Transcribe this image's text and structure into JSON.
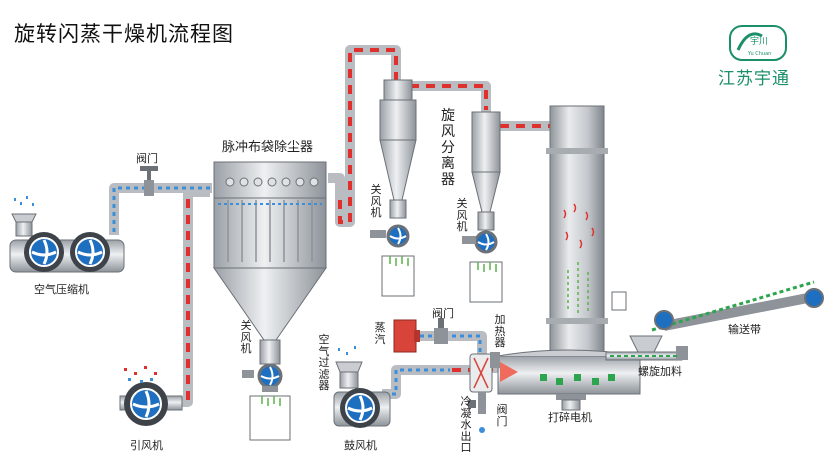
{
  "title": "旋转闪蒸干燥机流程图",
  "brand": {
    "name": "江苏宇通",
    "logo_text": "宇川",
    "logo_sub": "Yu Chuan"
  },
  "labels": {
    "air_compressor": "空气压缩机",
    "valve_1": "阀门",
    "pulse_bag_filter": "脉冲布袋除尘器",
    "airlock_1": "关风机",
    "airlock_2": "关风机",
    "airlock_3": "关风机",
    "cyclone": "旋风分离器",
    "induced_fan": "引风机",
    "air_filter": "空气过滤器",
    "blower": "鼓风机",
    "steam": "蒸汽",
    "valve_2": "阀门",
    "heater": "加热器",
    "condensate_outlet": "冷凝水出口",
    "valve_3": "阀门",
    "crusher_motor": "打碎电机",
    "screw_feeder": "螺旋加料",
    "conveyor": "输送带"
  },
  "colors": {
    "duct": "#c9ccd0",
    "hot_dash": "#e0302e",
    "cold_dash": "#3a8fd8",
    "fan_blue": "#1e6fc0",
    "green": "#1b8f6a",
    "steam_red": "#d9443a"
  }
}
